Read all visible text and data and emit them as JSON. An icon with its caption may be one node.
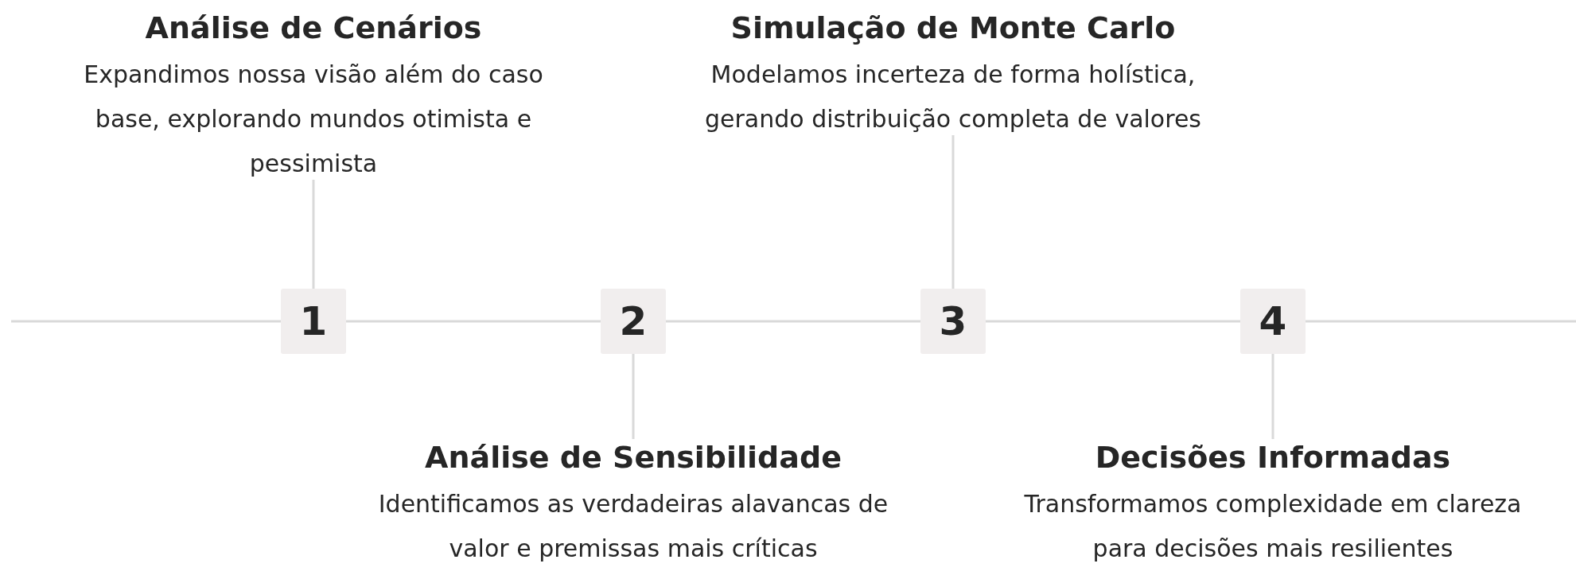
{
  "diagram": {
    "nodes": [
      {
        "text": [
          "Análise de Cenários",
          "Expandimos nossa visão além do caso base, explorando mundos otimista e pessimista"
        ]
      },
      {
        "text": [
          "Simulação de Monte Carlo",
          "Modelamos incerteza de forma holística, gerando distribuição completa de valores"
        ]
      },
      {
        "text": [
          "1"
        ]
      },
      {
        "text": [
          "2"
        ]
      },
      {
        "text": [
          "3"
        ]
      },
      {
        "text": [
          "4"
        ]
      },
      {
        "text": [
          "Análise de Sensibilidade",
          "Identificamos as verdadeiras alavancas de valor e premissas mais críticas"
        ]
      },
      {
        "text": [
          "Decisões Informadas",
          "Transformamos complexidade em clareza para decisões mais resilientes"
        ]
      }
    ],
    "edges": [
      {
        "from": null,
        "to": 2,
        "arrow": "none"
      },
      {
        "from": 2,
        "to": 3,
        "arrow": "none"
      },
      {
        "from": 3,
        "to": 4,
        "arrow": "none"
      },
      {
        "from": 4,
        "to": 5,
        "arrow": "none"
      },
      {
        "from": 5,
        "to": null,
        "arrow": "none"
      },
      {
        "from": 2,
        "to": 0,
        "arrow": "none"
      },
      {
        "from": 4,
        "to": 1,
        "arrow": "none"
      },
      {
        "from": 3,
        "to": 6,
        "arrow": "none"
      },
      {
        "from": 5,
        "to": 7,
        "arrow": "none"
      }
    ]
  }
}
